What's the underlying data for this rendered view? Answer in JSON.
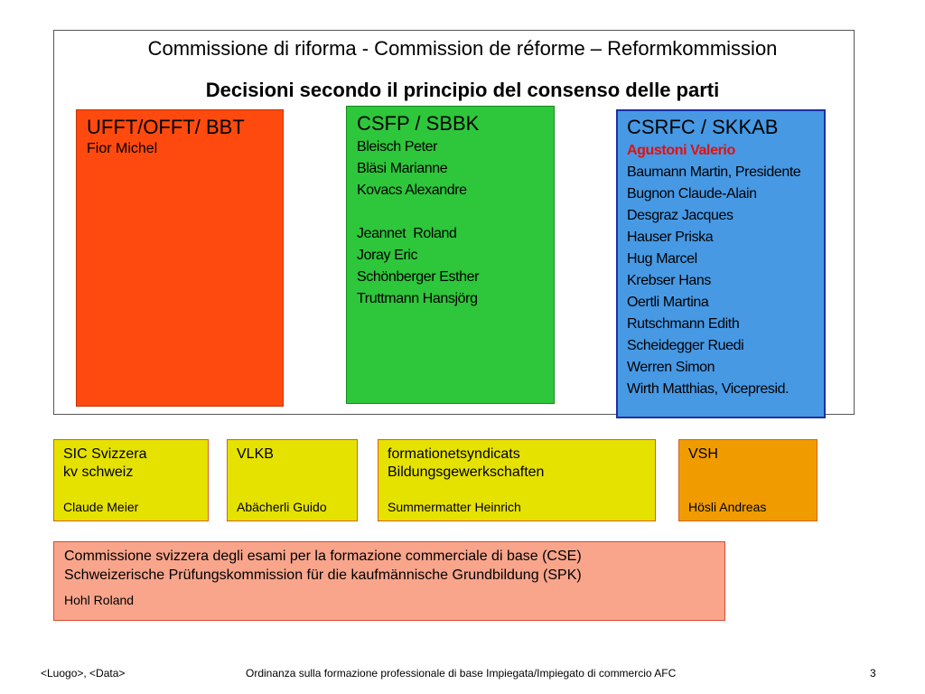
{
  "title": "Commissione di riforma - Commission de réforme – Reformkommission",
  "subtitle": "Decisioni secondo il principio del consenso delle parti",
  "ufft": {
    "head": "UFFT/OFFT/ BBT",
    "names": [
      "Fior Michel"
    ]
  },
  "csfp": {
    "head": "CSFP / SBBK",
    "group1": [
      "Bleisch Peter",
      "Bläsi Marianne",
      "Kovacs Alexandre"
    ],
    "group2": [
      "Jeannet  Roland",
      "Joray Eric",
      "Schönberger Esther",
      "Truttmann Hansjörg"
    ]
  },
  "csrfc": {
    "head": "CSRFC / SKKAB",
    "highlight": "Agustoni Valerio",
    "names": [
      "Baumann Martin, Presidente",
      "Bugnon Claude-Alain",
      "Desgraz Jacques",
      "Hauser Priska",
      "Hug Marcel",
      "Krebser Hans",
      "Oertli Martina",
      "Rutschmann Edith",
      "Scheidegger Ruedi",
      "Werren Simon",
      "Wirth Matthias, Vicepresid."
    ]
  },
  "orgs": [
    {
      "line1": "SIC Svizzera",
      "line2": "kv schweiz",
      "name": "Claude Meier"
    },
    {
      "line1": "VLKB",
      "line2": "",
      "name": "Abächerli Guido"
    },
    {
      "line1": "formationetsyndicats",
      "line2": "Bildungsgewerkschaften",
      "name": "Summermatter Heinrich"
    },
    {
      "line1": "VSH",
      "line2": "",
      "name": "Hösli Andreas"
    }
  ],
  "cse": {
    "line1": "Commissione svizzera degli esami per la formazione commerciale di base  (CSE)",
    "line2": "Schweizerische Prüfungskommission für die kaufmännische Grundbildung (SPK)",
    "name": "Hohl Roland"
  },
  "footer": {
    "left": "<Luogo>, <Data>",
    "center": "Ordinanza sulla formazione professionale di base Impiegata/Impiegato di commercio AFC",
    "page": "3"
  },
  "colors": {
    "ufft": "#ff4a0f",
    "csfp": "#2ec63b",
    "csrfc": "#4799e4",
    "org_yellow": "#e6e200",
    "org_orange": "#f09c00",
    "cse": "#f8a58c",
    "highlight_red": "#e01010"
  }
}
